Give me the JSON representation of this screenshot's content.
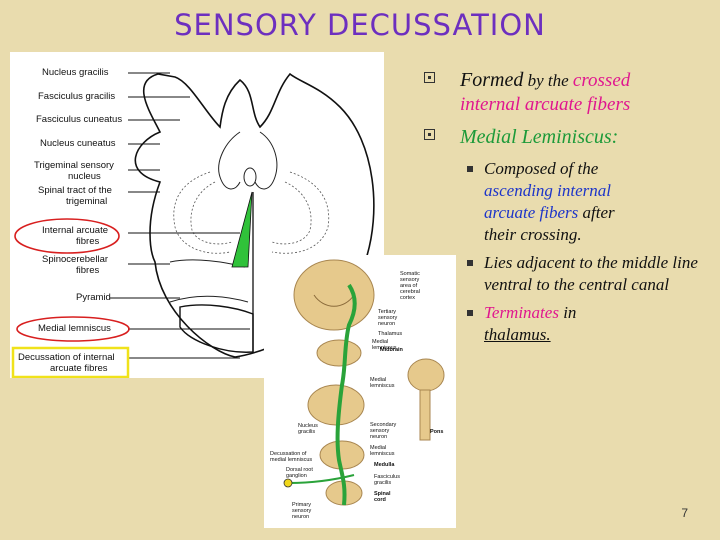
{
  "slide": {
    "title": "SENSORY DECUSSATION",
    "page_number": "7"
  },
  "figure1": {
    "labels": [
      "Nucleus gracilis",
      "Fasciculus gracilis",
      "Fasciculus cuneatus",
      "Nucleus cuneatus",
      "Trigeminal sensory",
      "nucleus",
      "Spinal tract of the",
      "trigeminal",
      "Internal arcuate",
      "fibres",
      "Spinocerebellar",
      "fibres",
      "Pyramid",
      "Medial lemniscus",
      "Decussation of internal",
      "arcuate fibres"
    ],
    "highlight_color": "#30c23a"
  },
  "figure2": {
    "labels": [
      "Somatic",
      "sensory",
      "area of",
      "cerebral",
      "cortex",
      "Tertiary",
      "sensory",
      "neuron",
      "Thalamus",
      "Medial",
      "lemniscus",
      "Midbrain",
      "Medial",
      "lemniscus",
      "Pons",
      "Secondary",
      "sensory",
      "neuron",
      "Nucleus",
      "gracilis",
      "Medial",
      "lemniscus",
      "Decussation of",
      "medial lemniscus",
      "Medulla",
      "Dorsal root",
      "ganglion",
      "Fasciculus",
      "gracilis",
      "Spinal",
      "cord",
      "Primary",
      "sensory",
      "neuron"
    ]
  },
  "bullets": {
    "b1_formed": "Formed",
    "b1_by_the": " by the ",
    "b1_crossed": "crossed",
    "b1_internal": "internal arcuate fibers",
    "b2_title": "Medial Leminiscus:",
    "s1_a": "Composed of the",
    "s1_b": "ascending internal",
    "s1_c": "arcuate fibers",
    "s1_d": " after",
    "s1_e": "their crossing.",
    "s2": "Lies adjacent to the middle line ventral to the central canal",
    "s3_a": "Terminates",
    "s3_b": " in",
    "s3_c": "thalamus."
  }
}
